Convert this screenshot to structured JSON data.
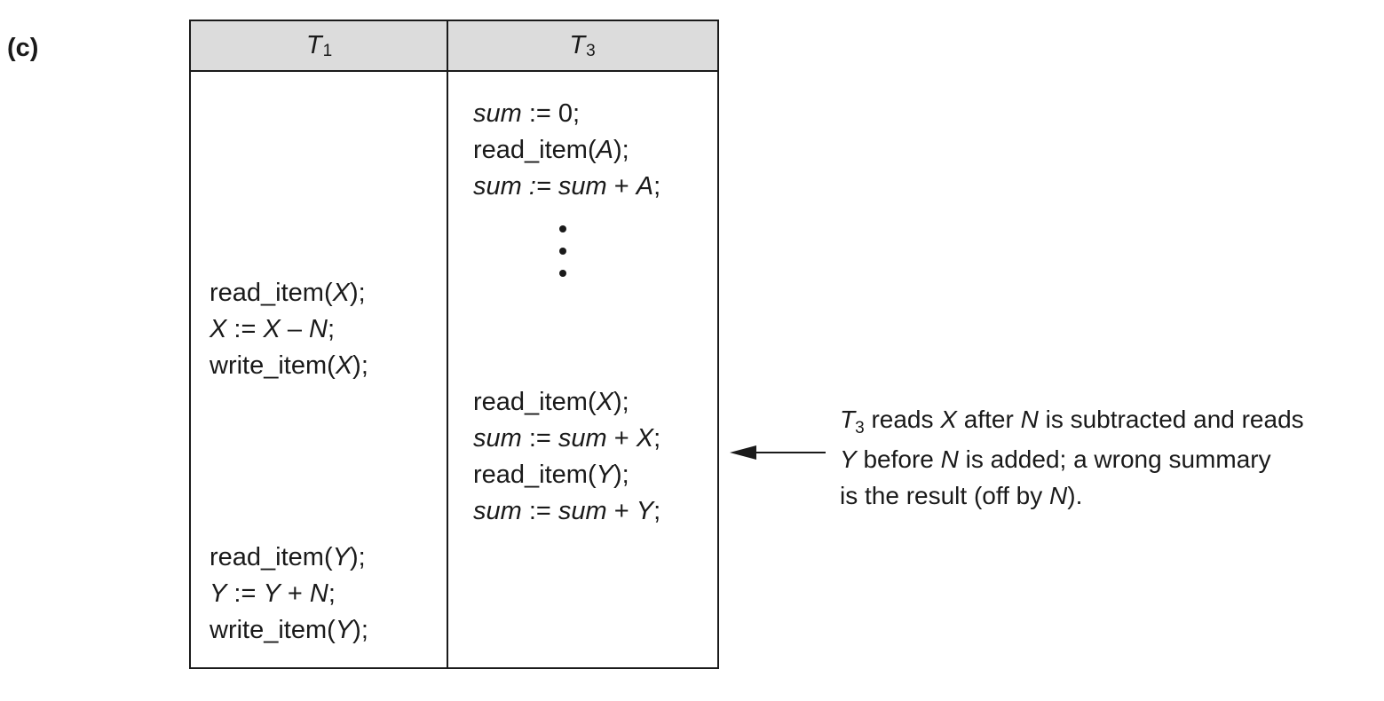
{
  "part_label": "(c)",
  "table": {
    "columns": [
      {
        "name": "T",
        "subscript": "1"
      },
      {
        "name": "T",
        "subscript": "3"
      }
    ]
  },
  "t3_ops_top": [
    {
      "pre": "",
      "it": "sum",
      "post": " := 0;"
    },
    {
      "pre": "read_item(",
      "it": "A",
      "post": ");"
    },
    {
      "pre": "",
      "it": "sum := sum",
      "post": " + ",
      "it2": "A",
      "post2": ";"
    }
  ],
  "t1_ops_mid": [
    {
      "text_a": "read_item(",
      "it_a": "X",
      "text_b": ");"
    },
    {
      "it_a": "X",
      "text_b": " := ",
      "it_b": "X",
      "text_c": " – ",
      "it_c": "N",
      "text_d": ";"
    },
    {
      "text_a": "write_item(",
      "it_a": "X",
      "text_b": ");"
    }
  ],
  "t3_ops_mid": [
    {
      "text_a": "read_item(",
      "it_a": "X",
      "text_b": ");"
    },
    {
      "it_a": "sum",
      "text_b": " := ",
      "it_b": "sum",
      "text_c": " + ",
      "it_c": "X",
      "text_d": ";"
    },
    {
      "text_a": "read_item(",
      "it_a": "Y",
      "text_b": ");"
    },
    {
      "it_a": "sum",
      "text_b": " := ",
      "it_b": "sum",
      "text_c": " + ",
      "it_c": "Y",
      "text_d": ";"
    }
  ],
  "t1_ops_bottom": [
    {
      "text_a": "read_item(",
      "it_a": "Y",
      "text_b": ");"
    },
    {
      "it_a": "Y",
      "text_b": " := ",
      "it_b": "Y",
      "text_c": " + ",
      "it_c": "N",
      "text_d": ";"
    },
    {
      "text_a": "write_item(",
      "it_a": "Y",
      "text_b": ");"
    }
  ],
  "annotation": {
    "line1_t": "T",
    "line1_sub": "3",
    "line1_a": " reads ",
    "line1_x": "X",
    "line1_b": " after ",
    "line1_n": "N",
    "line1_c": " is subtracted and reads",
    "line2_y": "Y",
    "line2_a": " before ",
    "line2_n": "N",
    "line2_b": " is added; a wrong summary",
    "line3_a": "is the result (off by ",
    "line3_n": "N",
    "line3_b": ")."
  }
}
